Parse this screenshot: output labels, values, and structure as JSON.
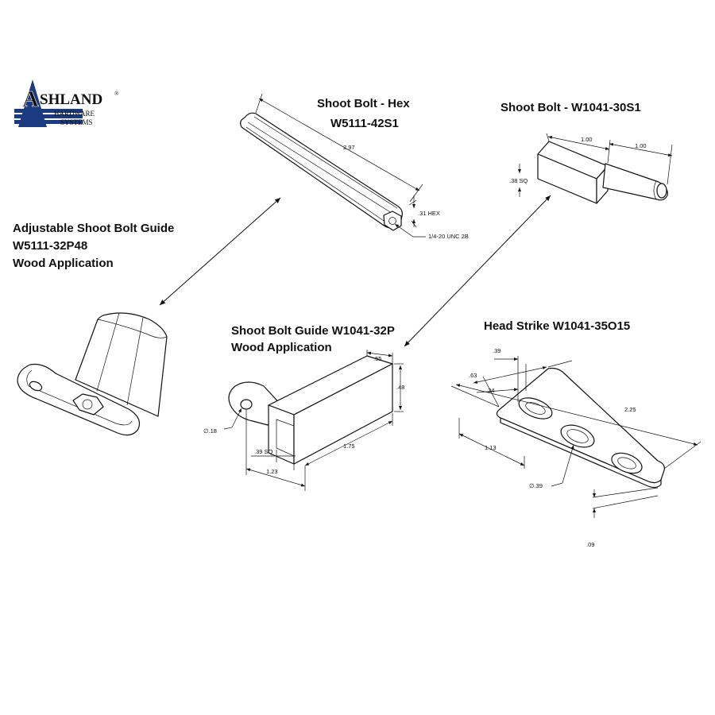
{
  "logo": {
    "brand_first_letter": "A",
    "brand_rest": "SHLAND",
    "registered": "®",
    "line2": "HARDWARE",
    "line3": "SYSTEMS",
    "colors": {
      "navy": "#1b3a80",
      "text": "#111111"
    }
  },
  "parts": {
    "shoot_bolt_hex": {
      "title_line1": "Shoot Bolt - Hex",
      "title_line2": "W5111-42S1",
      "dims": {
        "length": "2.97",
        "hex": ".31 HEX",
        "thread": "1/4-20 UNC 2B"
      }
    },
    "shoot_bolt": {
      "title": "Shoot Bolt - W1041-30S1",
      "dims": {
        "body": "1.00",
        "pin": "1.00",
        "square": ".38 SQ"
      }
    },
    "adjustable_guide": {
      "title_line1": "Adjustable Shoot Bolt Guide",
      "title_line2": "W5111-32P48",
      "title_line3": "Wood Application"
    },
    "bolt_guide": {
      "title_line1": "Shoot Bolt Guide W1041-32P",
      "title_line2": "Wood Application",
      "dims": {
        "width": ".55",
        "height": ".48",
        "hole": "∅.18",
        "square": ".39 SQ",
        "length": "1.75",
        "offset": "1.23"
      }
    },
    "head_strike": {
      "title": "Head Strike W1041-35O15",
      "dims": {
        "a": ".39",
        "b": ".63",
        "c": ".24",
        "overall": "2.25",
        "center": "1.13",
        "hole": "∅.39",
        "thickness": ".09"
      }
    }
  }
}
